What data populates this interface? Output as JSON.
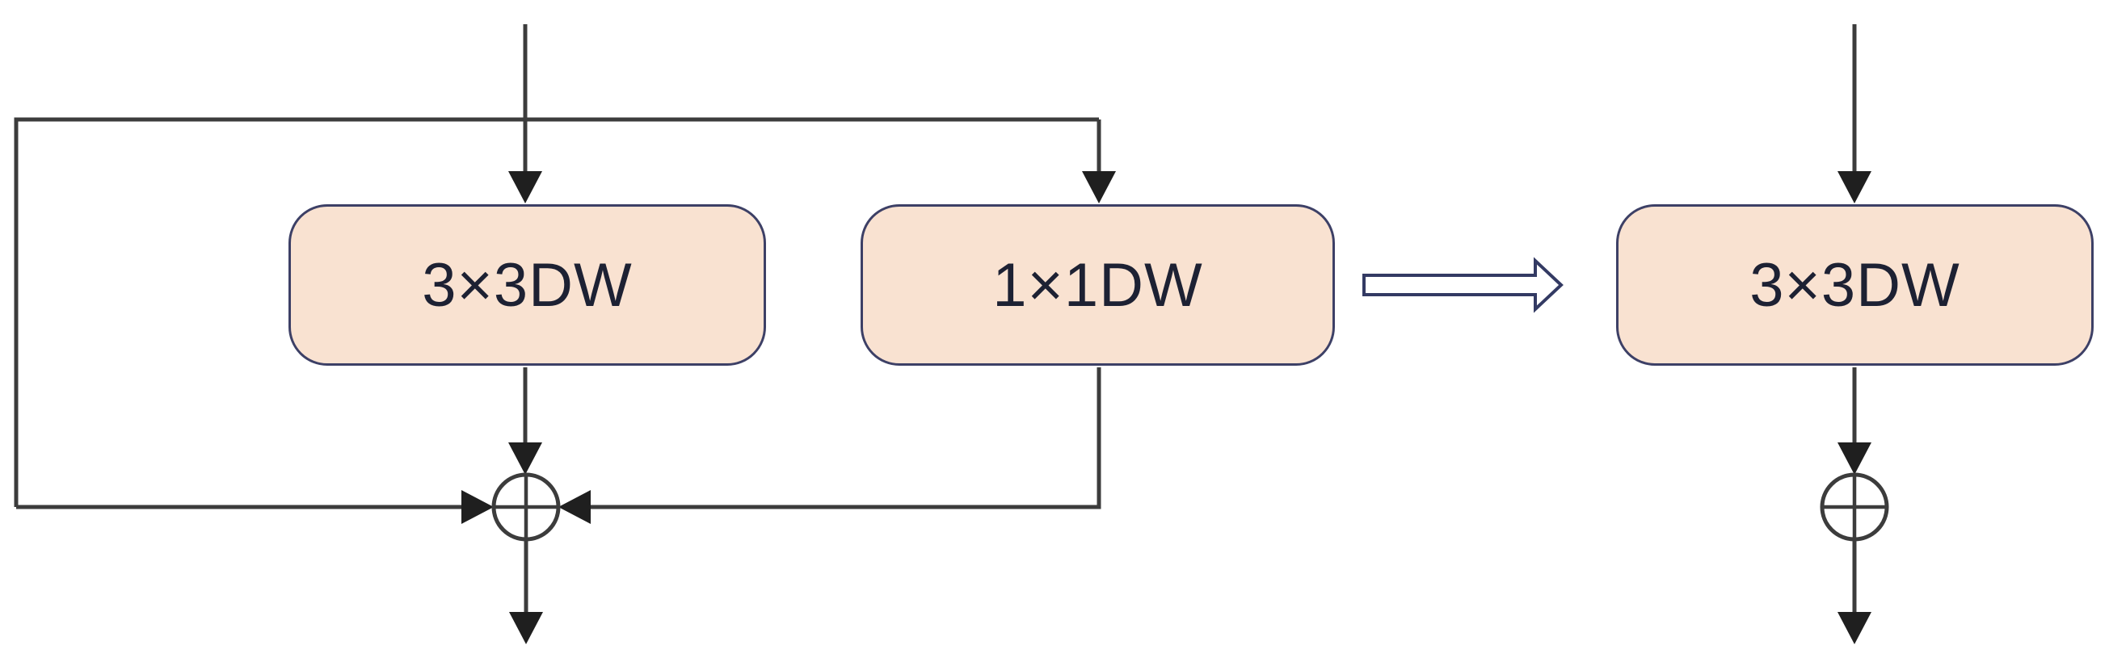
{
  "boxes": {
    "left": "3×3DW",
    "middle": "1×1DW",
    "right": "3×3DW"
  },
  "icons": {
    "sum_left": "circled-plus",
    "sum_right": "circled-plus",
    "transform": "hollow-right-arrow"
  },
  "colors": {
    "background": "#ffffff",
    "box_fill": "#f9e2d1",
    "box_border": "#3d4066",
    "line": "#3c3c3c",
    "arrowhead": "#1f1f1f",
    "text": "#1d2133",
    "hollow_arrow": "#333a63"
  }
}
